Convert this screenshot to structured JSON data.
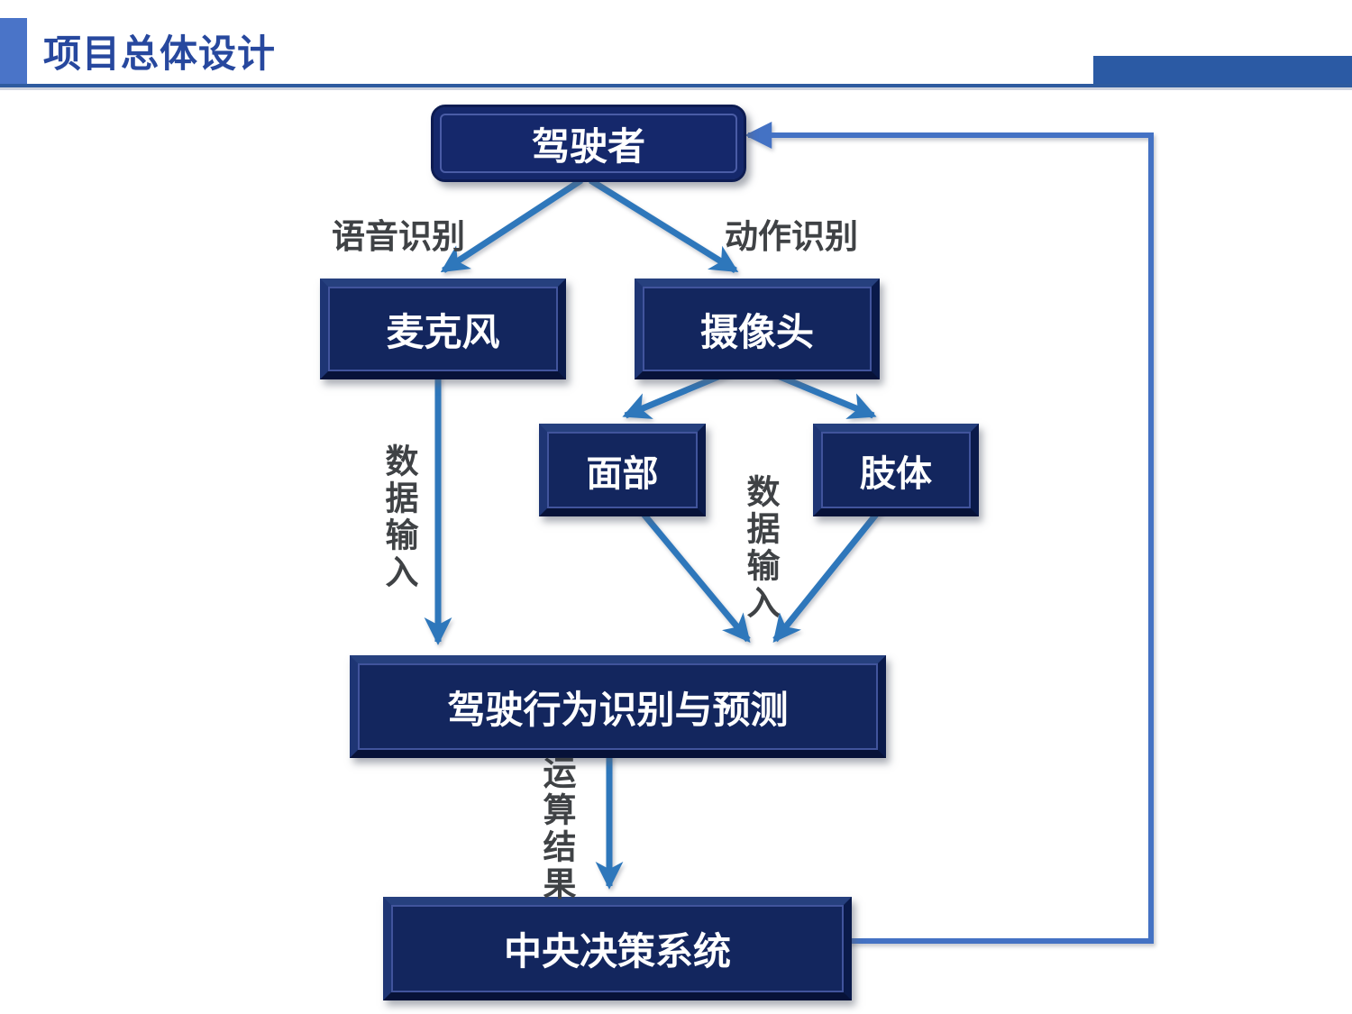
{
  "header": {
    "title": "项目总体设计"
  },
  "diagram": {
    "nodes": {
      "driver": {
        "label": "驾驶者"
      },
      "microphone": {
        "label": "麦克风"
      },
      "camera": {
        "label": "摄像头"
      },
      "face": {
        "label": "面部"
      },
      "body": {
        "label": "肢体"
      },
      "behavior": {
        "label": "驾驶行为识别与预测"
      },
      "decision": {
        "label": "中央决策系统"
      }
    },
    "edge_labels": {
      "speech": "语音识别",
      "action": "动作识别",
      "data_input_left": "数据输入",
      "data_input_middle": "数据输入",
      "result": "运算结果"
    },
    "colors": {
      "node_fill": "#13265e",
      "node_text": "#ffffff",
      "arrow": "#2e77bb",
      "feedback_line": "#4472c4",
      "title_text": "#27489e",
      "accent_bar": "#4a74c8",
      "header_bar": "#2b5aa4",
      "edge_label_text": "#3f4245"
    }
  }
}
